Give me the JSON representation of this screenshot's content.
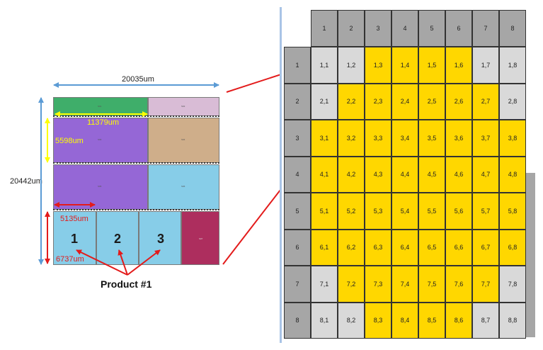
{
  "dimensions": {
    "width": "20035um",
    "height": "20442um",
    "block_width": "11379um",
    "block_height": "5598um",
    "product_width": "5135um",
    "product_height": "6737um"
  },
  "blocks": [
    {
      "id": "green",
      "color": "#3fae6a",
      "label": "S01"
    },
    {
      "id": "pink",
      "color": "#d9bcd6",
      "label": "S02"
    },
    {
      "id": "purple-1",
      "color": "#9567d6",
      "label": "S03"
    },
    {
      "id": "tan",
      "color": "#cfae8a",
      "label": "S04"
    },
    {
      "id": "purple-2",
      "color": "#9567d6",
      "label": "S05"
    },
    {
      "id": "cyan",
      "color": "#87cde8",
      "label": "S06"
    },
    {
      "id": "maroon",
      "color": "#ad2e5e",
      "label": "S07"
    }
  ],
  "products": [
    "1",
    "2",
    "3"
  ],
  "product_caption": "Product #1",
  "colors": {
    "arrow_red": "#e31b1b",
    "dim_blue": "#5b9bd5",
    "dim_yellow": "#ffff00",
    "header_gray": "#a6a6a6",
    "cell_gray": "#d9d9d9",
    "cell_yellow": "#ffd700"
  },
  "grid": {
    "col_headers": [
      "1",
      "2",
      "3",
      "4",
      "5",
      "6",
      "7",
      "8"
    ],
    "row_headers": [
      "1",
      "2",
      "3",
      "4",
      "5",
      "6",
      "7",
      "8"
    ],
    "rows": [
      [
        "1,1",
        "1,2",
        "1,3",
        "1,4",
        "1,5",
        "1,6",
        "1,7",
        "1,8"
      ],
      [
        "2,1",
        "2,2",
        "2,3",
        "2,4",
        "2,5",
        "2,6",
        "2,7",
        "2,8"
      ],
      [
        "3,1",
        "3,2",
        "3,3",
        "3,4",
        "3,5",
        "3,6",
        "3,7",
        "3,8"
      ],
      [
        "4,1",
        "4,2",
        "4,3",
        "4,4",
        "4,5",
        "4,6",
        "4,7",
        "4,8"
      ],
      [
        "5,1",
        "5,2",
        "5,3",
        "5,4",
        "5,5",
        "5,6",
        "5,7",
        "5,8"
      ],
      [
        "6,1",
        "6,2",
        "6,3",
        "6,4",
        "6,5",
        "6,6",
        "6,7",
        "6,8"
      ],
      [
        "7,1",
        "7,2",
        "7,3",
        "7,4",
        "7,5",
        "7,6",
        "7,7",
        "7,8"
      ],
      [
        "8,1",
        "8,2",
        "8,3",
        "8,4",
        "8,5",
        "8,6",
        "8,7",
        "8,8"
      ]
    ],
    "highlight": [
      [
        0,
        0,
        1,
        1,
        1,
        1,
        0,
        0
      ],
      [
        0,
        1,
        1,
        1,
        1,
        1,
        1,
        0
      ],
      [
        1,
        1,
        1,
        1,
        1,
        1,
        1,
        1
      ],
      [
        1,
        1,
        1,
        1,
        1,
        1,
        1,
        1
      ],
      [
        1,
        1,
        1,
        1,
        1,
        1,
        1,
        1
      ],
      [
        1,
        1,
        1,
        1,
        1,
        1,
        1,
        1
      ],
      [
        0,
        1,
        1,
        1,
        1,
        1,
        1,
        0
      ],
      [
        0,
        0,
        1,
        1,
        1,
        1,
        0,
        0
      ]
    ]
  }
}
